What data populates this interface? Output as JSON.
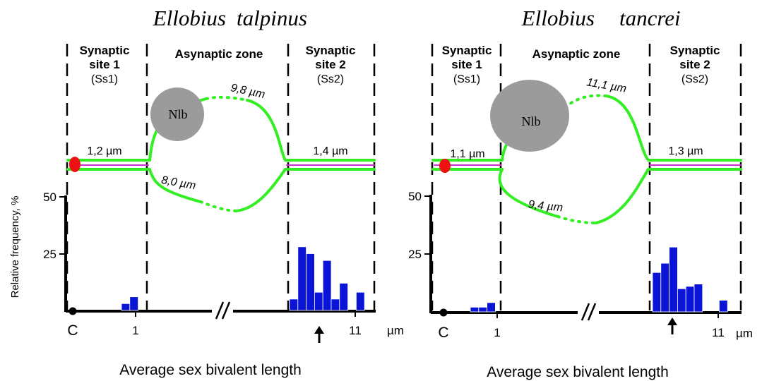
{
  "panels": [
    {
      "title_genus": "Ellobius",
      "title_species": "talpinus",
      "ss1_title_line1": "Synaptic",
      "ss1_title_line2": "site 1",
      "ss1_abbr": "(Ss1)",
      "asynaptic_title": "Asynaptic zone",
      "ss2_title_line1": "Synaptic",
      "ss2_title_line2": "site 2",
      "ss2_abbr": "(Ss2)",
      "nucleolus_label": "Nlb",
      "ss1_length": "1,2 µm",
      "ss2_length": "1,4 µm",
      "upper_loop_length": "9,8 µm",
      "lower_loop_length": "8,0 µm",
      "origin_label": "C",
      "x_tick_1": "1",
      "x_tick_11": "11",
      "x_unit": "µm",
      "x_label": "Average sex bivalent length",
      "y_tick_50": "50",
      "y_tick_25": "25",
      "y_label": "Relative frequency, %"
    },
    {
      "title_genus": "Ellobius",
      "title_species": "tancrei",
      "ss1_title_line1": "Synaptic",
      "ss1_title_line2": "site 1",
      "ss1_abbr": "(Ss1)",
      "asynaptic_title": "Asynaptic zone",
      "ss2_title_line1": "Synaptic",
      "ss2_title_line2": "site 2",
      "ss2_abbr": "(Ss2)",
      "nucleolus_label": "Nlb",
      "ss1_length": "1,1 µm",
      "ss2_length": "1,3 µm",
      "upper_loop_length": "11,1 µm",
      "lower_loop_length": "9,4 µm",
      "origin_label": "C",
      "x_tick_1": "1",
      "x_tick_11": "11",
      "x_unit": "µm",
      "x_label": "Average sex bivalent length",
      "y_tick_50": "50",
      "y_tick_25": "25"
    }
  ],
  "chart_data": [
    {
      "type": "bar",
      "ylabel": "Relative frequency, %",
      "xlabel": "Average sex bivalent length",
      "ylim": [
        0,
        50
      ],
      "y_ticks": [
        25,
        50
      ],
      "ss1_bars": [
        3,
        6
      ],
      "ss2_bars": [
        5,
        28,
        25,
        8,
        22,
        5,
        12,
        0,
        8
      ]
    },
    {
      "type": "bar",
      "xlabel": "Average sex bivalent length",
      "ylim": [
        0,
        50
      ],
      "y_ticks": [
        25,
        50
      ],
      "ss1_bars": [
        2,
        2,
        4
      ],
      "ss2_bars": [
        17,
        21,
        28,
        10,
        11,
        12,
        0,
        0,
        5
      ]
    }
  ],
  "colors": {
    "bar": "#0a14d6",
    "chromosome": "#33ee22",
    "central_element": "#cc33cc",
    "centromere": "#ee1111",
    "nucleolus": "#9b9b9b"
  }
}
